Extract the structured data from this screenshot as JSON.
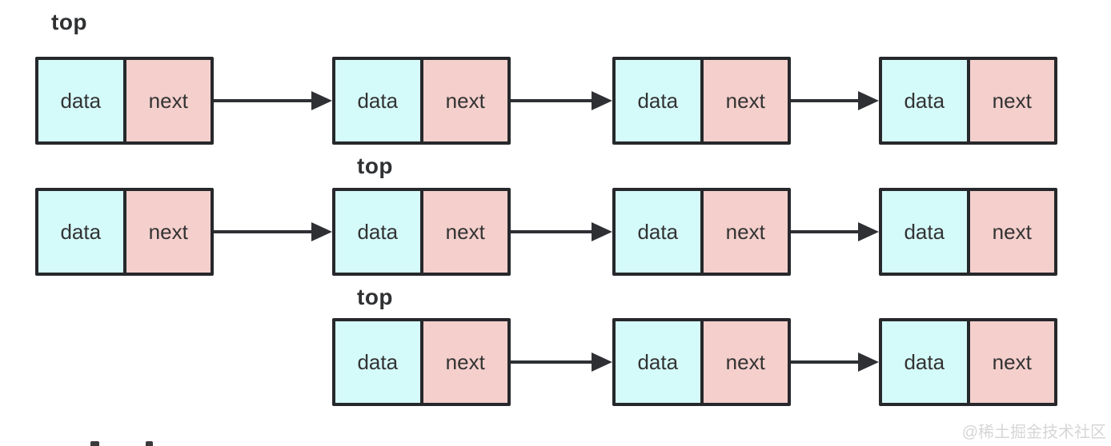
{
  "diagram": {
    "description_labels": {
      "data_label": "data",
      "next_label": "next"
    },
    "rows": [
      {
        "pointer_label": "top",
        "node_count": 4
      },
      {
        "pointer_label": "top",
        "node_count": 4
      },
      {
        "pointer_label": "top",
        "node_count": 3
      }
    ],
    "colors": {
      "data_cell": "#d5fafa",
      "next_cell": "#f4cfcc",
      "border": "#26282b",
      "arrow": "#2e3033",
      "label_text": "#333333",
      "pointer_label_text": "#2f3133"
    }
  },
  "watermark": {
    "text": "@稀土掘金技术社区",
    "color": "#d6d6d6"
  }
}
